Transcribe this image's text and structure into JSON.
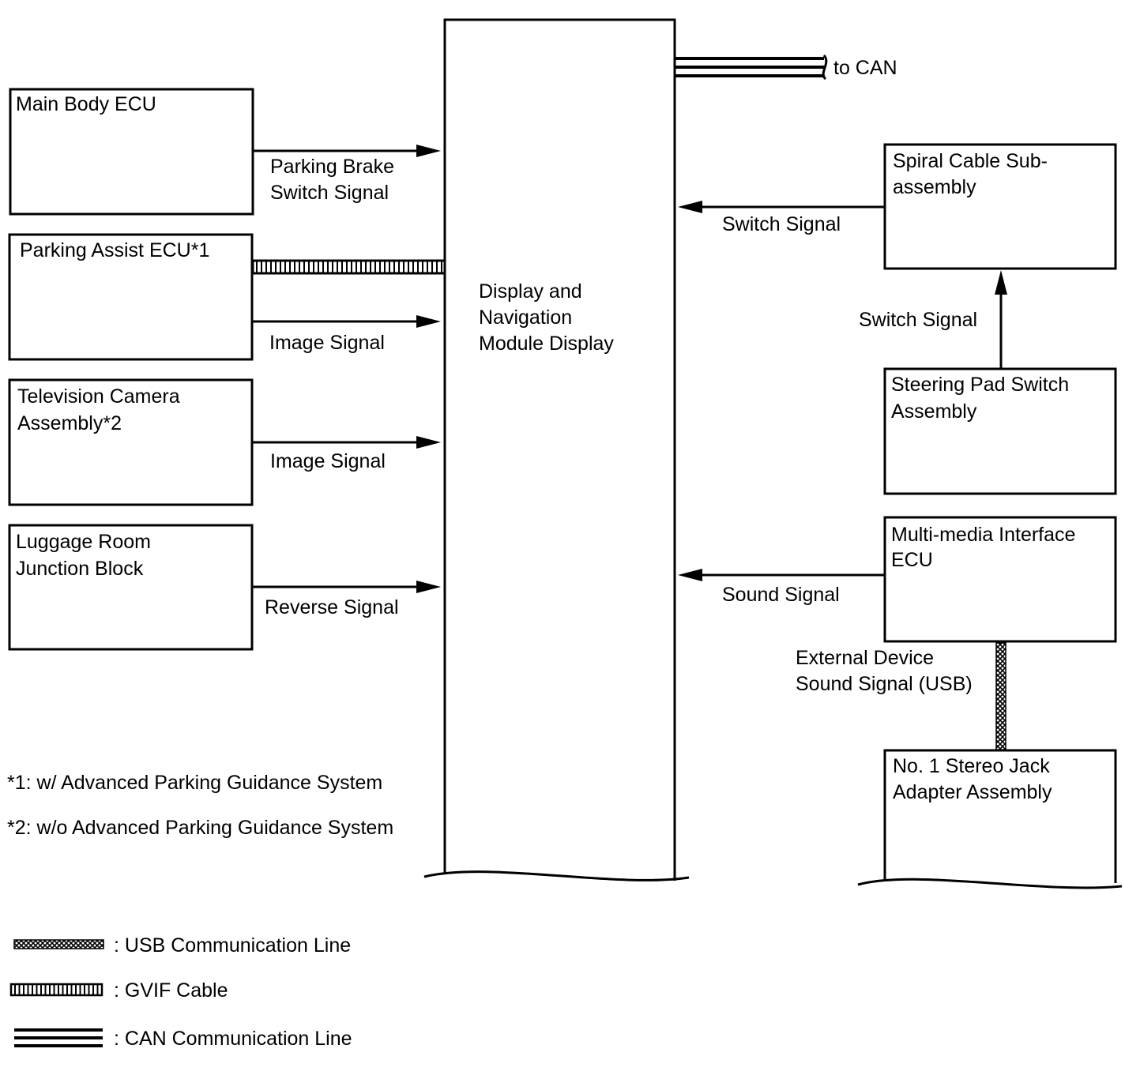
{
  "display": {
    "lines": [
      "Display and",
      "Navigation",
      "Module Display"
    ]
  },
  "can_label": "to CAN",
  "left_ecus": [
    {
      "name": "main-body-ecu",
      "lines": [
        "Main Body ECU"
      ],
      "signal": [
        "Parking Brake",
        "Switch Signal"
      ]
    },
    {
      "name": "parking-assist-ecu",
      "lines": [
        "Parking Assist ECU*1"
      ],
      "signal": [
        "Image Signal"
      ]
    },
    {
      "name": "television-camera-assembly",
      "lines": [
        "Television Camera",
        "Assembly*2"
      ],
      "signal": [
        "Image Signal"
      ]
    },
    {
      "name": "luggage-room-junction-block",
      "lines": [
        "Luggage Room",
        "Junction Block"
      ],
      "signal": [
        "Reverse Signal"
      ]
    }
  ],
  "right_ecus": {
    "spiral_cable": {
      "lines": [
        "Spiral Cable Sub-",
        "assembly"
      ],
      "signal": "Switch Signal"
    },
    "steering_pad": {
      "lines": [
        "Steering Pad Switch",
        "Assembly"
      ],
      "signal": "Switch Signal"
    },
    "multimedia": {
      "lines": [
        "Multi-media Interface",
        "ECU"
      ],
      "signal": "Sound Signal"
    },
    "stereo_jack": {
      "lines": [
        "No. 1 Stereo Jack",
        "Adapter Assembly"
      ],
      "signal": [
        "External Device",
        "Sound Signal (USB)"
      ]
    }
  },
  "footnotes": [
    "*1: w/ Advanced Parking Guidance System",
    "*2: w/o Advanced Parking Guidance System"
  ],
  "legend": [
    {
      "key": "usb",
      "label": ": USB Communication Line"
    },
    {
      "key": "gvif",
      "label": ": GVIF Cable"
    },
    {
      "key": "can",
      "label": ": CAN Communication Line"
    }
  ]
}
